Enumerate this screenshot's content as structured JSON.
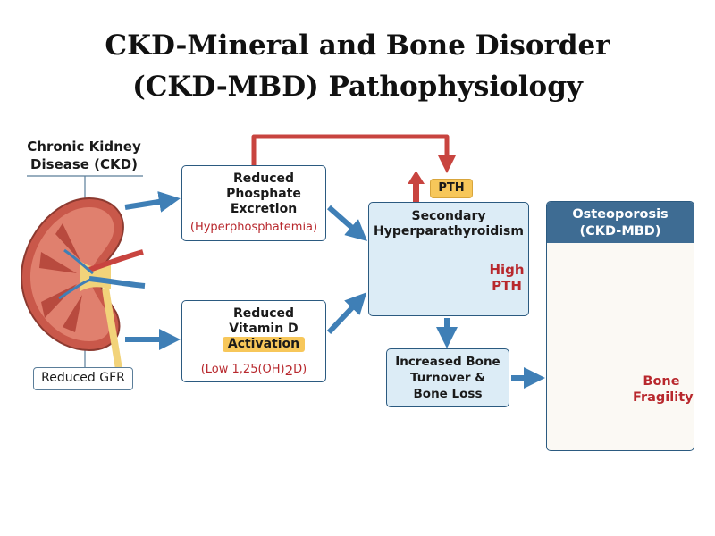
{
  "title": {
    "line1": "CKD-Mineral and Bone Disorder",
    "line2": "(CKD-MBD) Pathophysiology"
  },
  "kidney": {
    "label_line1": "Chronic Kidney",
    "label_line2": "Disease (CKD)",
    "gfr_label": "Reduced GFR"
  },
  "phosphate": {
    "line1": "Reduced",
    "line2": "Phosphate",
    "line3": "Excretion",
    "sub": "(Hyperphosphatemia)"
  },
  "vitamin_d": {
    "line1": "Reduced",
    "line2": "Vitamin D",
    "line3": "Activation",
    "sub_prefix": "(Low 1,25(OH)",
    "sub_sub": "2",
    "sub_suffix": "D)"
  },
  "pth_badge": "PTH",
  "hyperparathyroidism": {
    "line1": "Secondary",
    "line2": "Hyperparathyroidism",
    "high_line1": "High",
    "high_line2": "PTH"
  },
  "turnover": {
    "line1": "Increased Bone",
    "line2": "Turnover &",
    "line3": "Bone Loss"
  },
  "osteoporosis": {
    "line1": "Osteoporosis",
    "line2": "(CKD-MBD)",
    "fragility_line1": "Bone",
    "fragility_line2": "Fragility"
  },
  "colors": {
    "arrow_blue": "#3f7fb6",
    "arrow_red": "#c8443f",
    "box_border": "#2b5a80",
    "box_fill": "#dcecf6",
    "header_fill": "#3e6c93",
    "highlight": "#f7c75a",
    "text_red": "#b8282d"
  }
}
